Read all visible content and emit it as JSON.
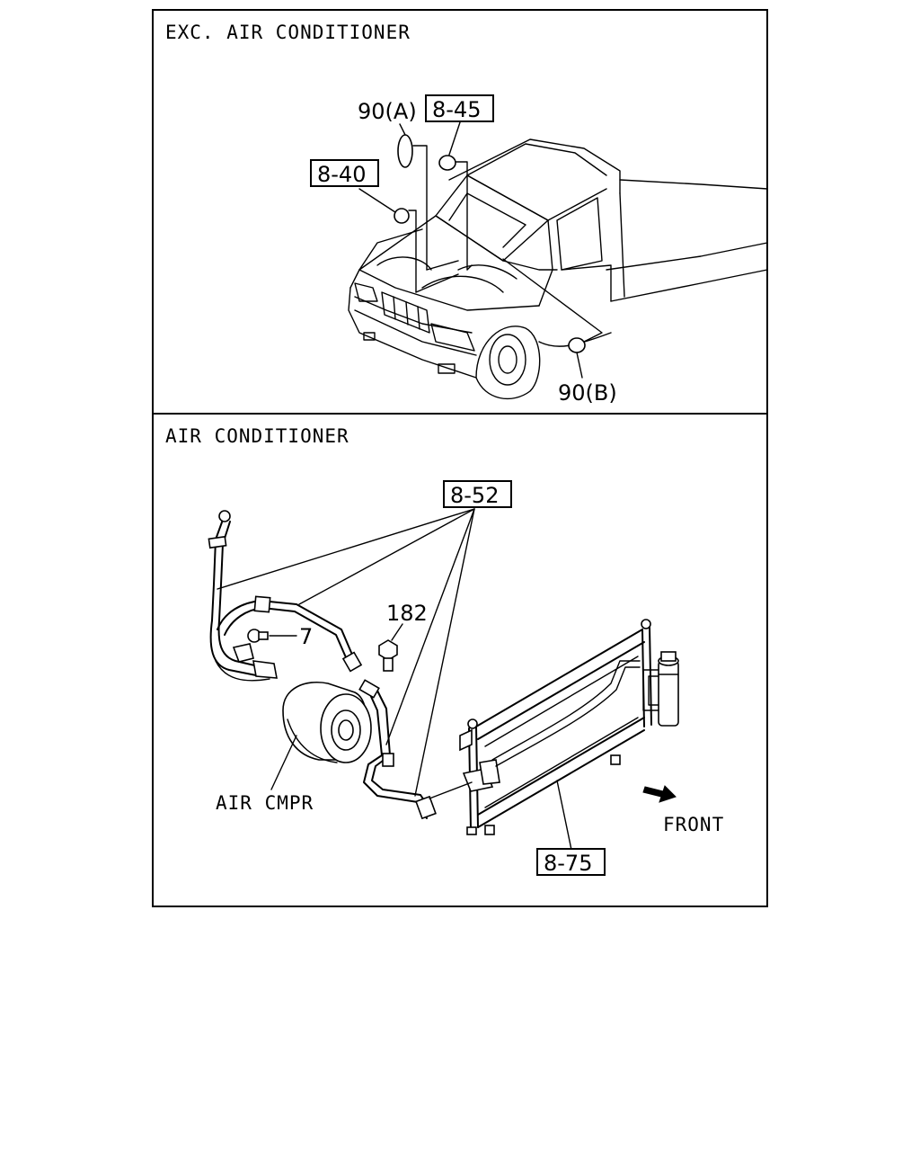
{
  "sections": {
    "top_title": "EXC. AIR CONDITIONER",
    "bottom_title": "AIR CONDITIONER"
  },
  "callouts": {
    "c_90a": "90(A)",
    "c_845": "8-45",
    "c_840": "8-40",
    "c_90b": "90(B)",
    "c_852": "8-52",
    "c_182": "182",
    "c_7": "7",
    "c_air_cmpr": "AIR CMPR",
    "c_front": "FRONT",
    "c_875": "8-75"
  }
}
